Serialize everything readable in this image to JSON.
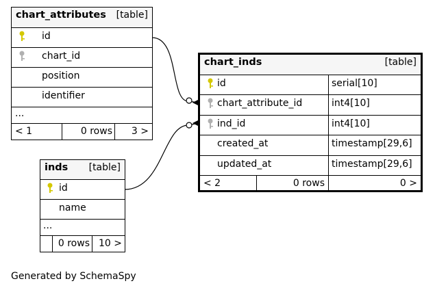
{
  "tables": {
    "chart_attributes": {
      "name": "chart_attributes",
      "type_tag": "[table]",
      "columns": [
        "id",
        "chart_id",
        "position",
        "identifier"
      ],
      "ellipsis": "...",
      "footer": {
        "left": "< 1",
        "middle": "0 rows",
        "right": "3 >"
      }
    },
    "chart_inds": {
      "name": "chart_inds",
      "type_tag": "[table]",
      "columns": [
        {
          "name": "id",
          "type": "serial[10]"
        },
        {
          "name": "chart_attribute_id",
          "type": "int4[10]"
        },
        {
          "name": "ind_id",
          "type": "int4[10]"
        },
        {
          "name": "created_at",
          "type": "timestamp[29,6]"
        },
        {
          "name": "updated_at",
          "type": "timestamp[29,6]"
        }
      ],
      "footer": {
        "left": "< 2",
        "middle": "0 rows",
        "right": "0 >"
      }
    },
    "inds": {
      "name": "inds",
      "type_tag": "[table]",
      "columns": [
        "id",
        "name"
      ],
      "ellipsis": "...",
      "footer": {
        "left": "",
        "middle": "0 rows",
        "right": "10 >"
      }
    }
  },
  "colors": {
    "primary_key": "#d4c800",
    "foreign_key": "#b0b0b0",
    "header_bg": "#f6f6f6"
  },
  "icons": {
    "primary_key": "key-icon",
    "foreign_key": "key-icon"
  },
  "generated_by": "Generated by SchemaSpy"
}
